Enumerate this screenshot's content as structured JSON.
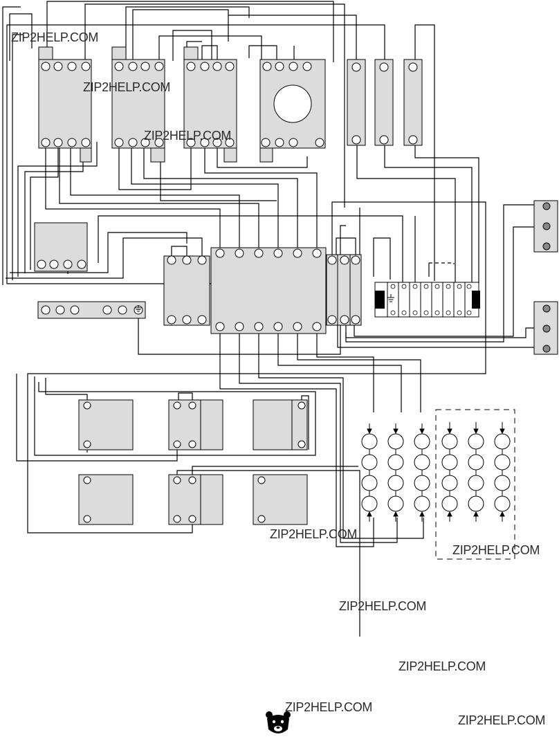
{
  "watermark": {
    "text": "ZIP2HELP.COM",
    "positions": [
      "w1",
      "w2",
      "w3",
      "w4",
      "w5",
      "w6",
      "w7",
      "w8",
      "w9"
    ]
  },
  "colors": {
    "component_fill": "#dcdcdc",
    "line": "#000000",
    "background": "#ffffff"
  },
  "icons": {
    "logo": "bear-head-logo",
    "ground": "ground-symbol"
  }
}
